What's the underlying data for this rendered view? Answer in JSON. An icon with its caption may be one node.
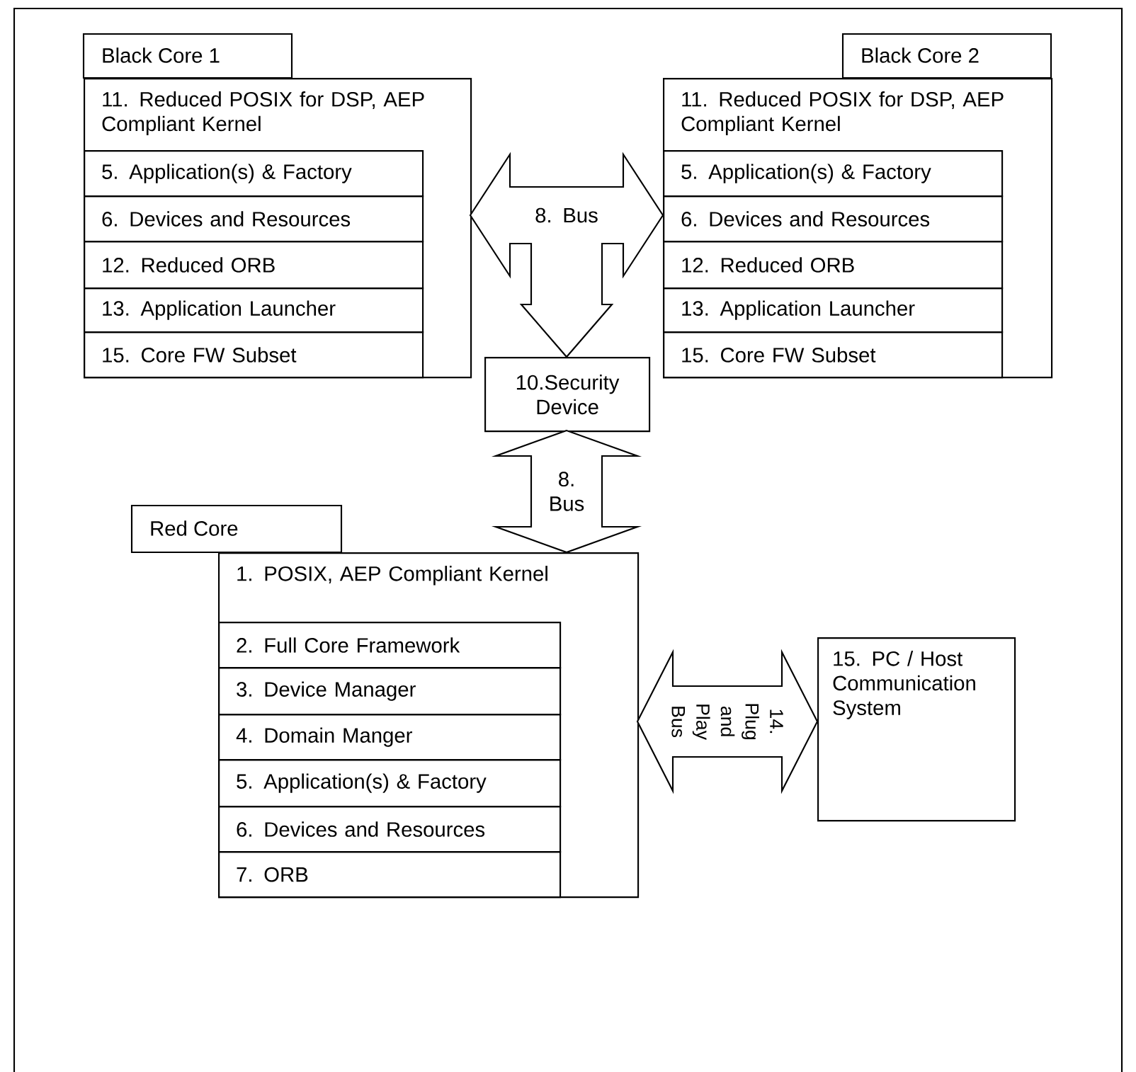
{
  "diagram": {
    "nodes": [
      {
        "text": [
          "Black Core 1",
          "11. Reduced POSIX for DSP, AEP Compliant Kernel"
        ]
      },
      {
        "text": [
          "5. Application(s) & Factory"
        ],
        "in": 0
      },
      {
        "text": [
          "6. Devices and Resources"
        ],
        "in": 0
      },
      {
        "text": [
          "12. Reduced ORB"
        ],
        "in": 0
      },
      {
        "text": [
          "13. Application Launcher"
        ],
        "in": 0
      },
      {
        "text": [
          "15. Core FW Subset"
        ],
        "in": 0
      },
      {
        "text": [
          "Black Core 2",
          "11. Reduced POSIX for DSP, AEP Compliant Kernel"
        ]
      },
      {
        "text": [
          "5. Application(s) & Factory"
        ],
        "in": 6
      },
      {
        "text": [
          "6. Devices and Resources"
        ],
        "in": 6
      },
      {
        "text": [
          "12. Reduced ORB"
        ],
        "in": 6
      },
      {
        "text": [
          "13. Application Launcher"
        ],
        "in": 6
      },
      {
        "text": [
          "15. Core FW Subset"
        ],
        "in": 6
      },
      {
        "text": [
          "10.Security Device"
        ]
      },
      {
        "text": [
          "Red Core",
          "1. POSIX, AEP Compliant Kernel"
        ]
      },
      {
        "text": [
          "2. Full Core Framework"
        ],
        "in": 13
      },
      {
        "text": [
          "3. Device Manager"
        ],
        "in": 13
      },
      {
        "text": [
          "4. Domain Manger"
        ],
        "in": 13
      },
      {
        "text": [
          "5. Application(s) & Factory"
        ],
        "in": 13
      },
      {
        "text": [
          "6. Devices and Resources"
        ],
        "in": 13
      },
      {
        "text": [
          "7. ORB"
        ],
        "in": 13
      },
      {
        "text": [
          "15. PC / Host Communication System"
        ]
      }
    ],
    "edges": [
      {
        "from": 0,
        "to": 6,
        "arrow": "both",
        "label": "8. Bus"
      },
      {
        "from": 0,
        "to": 12,
        "arrow": "both"
      },
      {
        "from": 6,
        "to": 12,
        "arrow": "both"
      },
      {
        "from": 12,
        "to": 13,
        "arrow": "both",
        "label": "8. Bus"
      },
      {
        "from": 13,
        "to": 20,
        "arrow": "both",
        "label": "14. Plug and Play Bus"
      }
    ]
  }
}
